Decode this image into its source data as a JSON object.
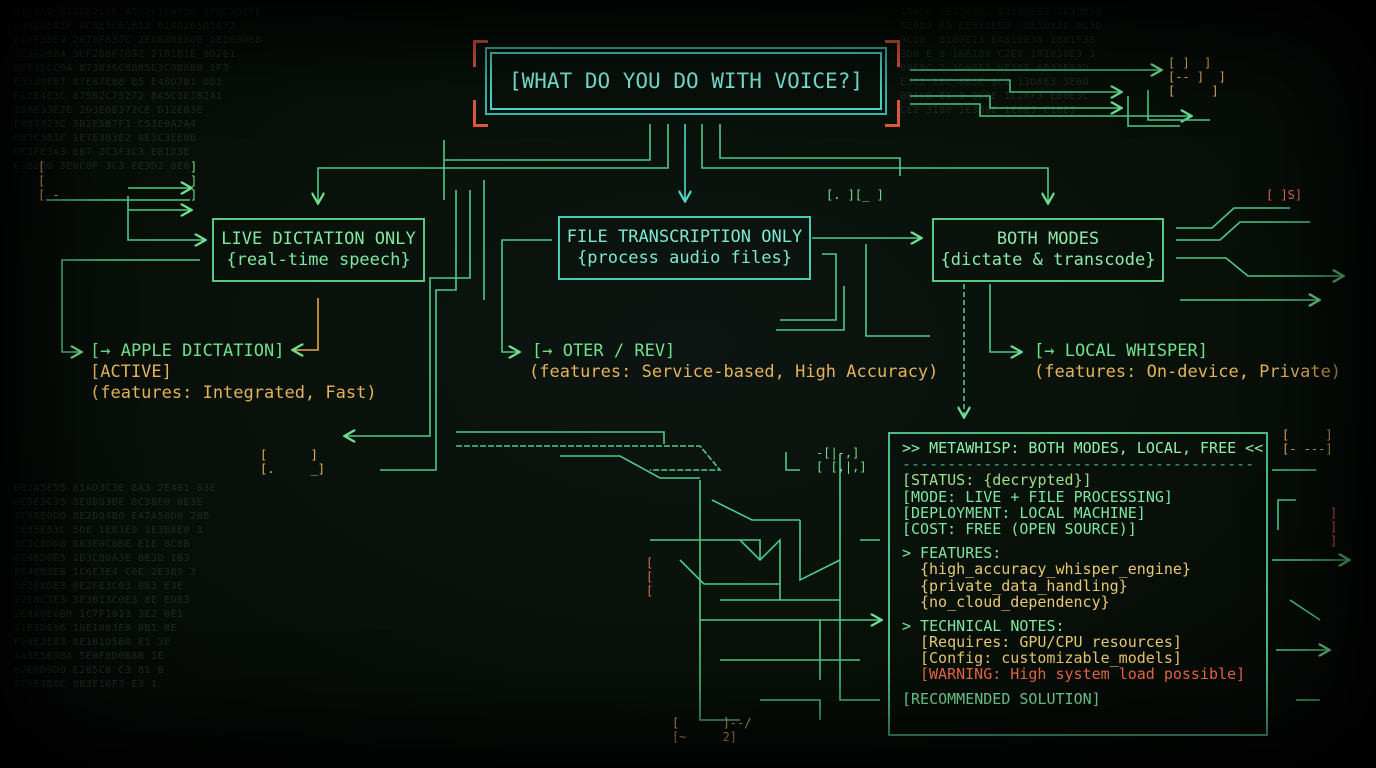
{
  "question": "[WHAT DO YOU DO WITH VOICE?]",
  "nodes": {
    "live": {
      "line1": "LIVE DICTATION ONLY",
      "line2": "{real-time speech}"
    },
    "file": {
      "line1": "FILE TRANSCRIPTION ONLY",
      "line2": "{process audio files}"
    },
    "both": {
      "line1": "BOTH MODES",
      "line2": "{dictate & transcode}"
    }
  },
  "outcomes": {
    "apple": {
      "title": "[→ APPLE DICTATION]",
      "status": "[ACTIVE]",
      "features": "(features: Integrated, Fast)"
    },
    "oter": {
      "title": "[→ OTER / REV]",
      "features": "(features: Service-based, High Accuracy)"
    },
    "whisper": {
      "title": "[→ LOCAL WHISPER]",
      "features": "(features: On-device, Private)"
    }
  },
  "result": {
    "header": ">> METAWHISP: BOTH MODES, LOCAL, FREE <<",
    "divider": "----------------------------------------",
    "status": "[STATUS: {decrypted}]",
    "mode": "[MODE: LIVE + FILE PROCESSING]",
    "deployment": "[DEPLOYMENT: LOCAL MACHINE]",
    "cost": "[COST: FREE (OPEN SOURCE)]",
    "features_heading": "> FEATURES:",
    "features": [
      "{high_accuracy_whisper_engine}",
      "{private_data_handling}",
      "{no_cloud_dependency}"
    ],
    "tech_heading": "> TECHNICAL NOTES:",
    "tech_requires": "[Requires: GPU/CPU resources]",
    "tech_config": "[Config: customizable_models]",
    "warning": "[WARNING: High system load possible]",
    "recommended": "[RECOMMENDED SOLUTION]"
  },
  "colors": {
    "green": "#6fe08c",
    "cyan": "#6fe6d0",
    "orange": "#e4b25a",
    "red": "#e86a48",
    "background": "#081009"
  },
  "background_hex": [
    "31E3A2 B1B8D218E 4502F1E0F5D 1F0C3D2FE",
    "E4BC35A5F 0C8E3C61B12 01482B5B1A72",
    "F15F38E9 2070F837C 2E8B80880E 1E10006B",
    "2E3E2B84 3CF2B8F7892 21B1B1E 8D2E1",
    "52E3ECC0A 873836C8B05C3C0B8B8 1F3",
    "E852AE87 87E87E88 B5 E48D7B1 0D1",
    "E12E4E3C 875B2C75272 8A5C1E1B2A1",
    "1B8E33E2E 2D3E0B372CE D12E83E",
    "E0B3323C 3B2E5B7F1 C53E0A2A4",
    "8B3C3B3F 1E7E3B3E2 0E3C3EE0B",
    "0E3FE3A3 0B7 2C3F3C3 EB1D3E",
    "E3B830 3E0C0F 3C3 EE3D2 8E0"
  ],
  "background_hex_right": [
    "1B0E0 2E13B00  83180E83 1B33B50",
    "8E0B0 E0 EE813BBB  8E3082C 8C3D",
    "9C18  8180E13 BAB10E38 1B81F3B",
    "3D0 E 8 1BE1B0 C2E8 181038E3 3",
    "B0E8C 2 1D08E3 9E18E 0B33E03D",
    "E3C2 1BC 8B3E 9C2 13D0E3 3E00",
    "0B1C8 E1 3 3C8E 1C28F3 EB0E3C",
    "CE2 3180 1E3B9E 1E0E3 C10B3"
  ],
  "background_hex_low": [
    "BB2A5E55 81AD3C3E 8A3 2E4B1 03E",
    "0E5E3C35 8E8B83BE 8C38E0 0E3E",
    "3E8BE0D0 8E2D04B0 E47A58D0 20B",
    "2E85E83C 5DE 1EB3E0 1E3B8E0 3",
    "3E3C8DD8 8B3E0C0BE E1E 8C0B",
    "8E4BD0E5 1B3C80A3E 8E3D 1B3",
    "8E4EB3E8 1C6E3E4 C0E 2E3B9 3",
    "3E2B8DE3 0E2FE3C03 0B3 E3E",
    "22E8C3E3 3E3B13C0E3 8E EDB3",
    "2E8A0E8B0 1C7F1013 3E2 0E1",
    "11E3DE96 18E1083E8 0B1 8E",
    "FE0E2E83 8E1B1D5B0 E1 3E",
    "4A5E5B9BA 5E0F8D0B8B 1E",
    "B2E0D9D0 E2B5C8 C3 81 0",
    "3E0E3B8C 8B3E10F3 E3 1"
  ]
}
